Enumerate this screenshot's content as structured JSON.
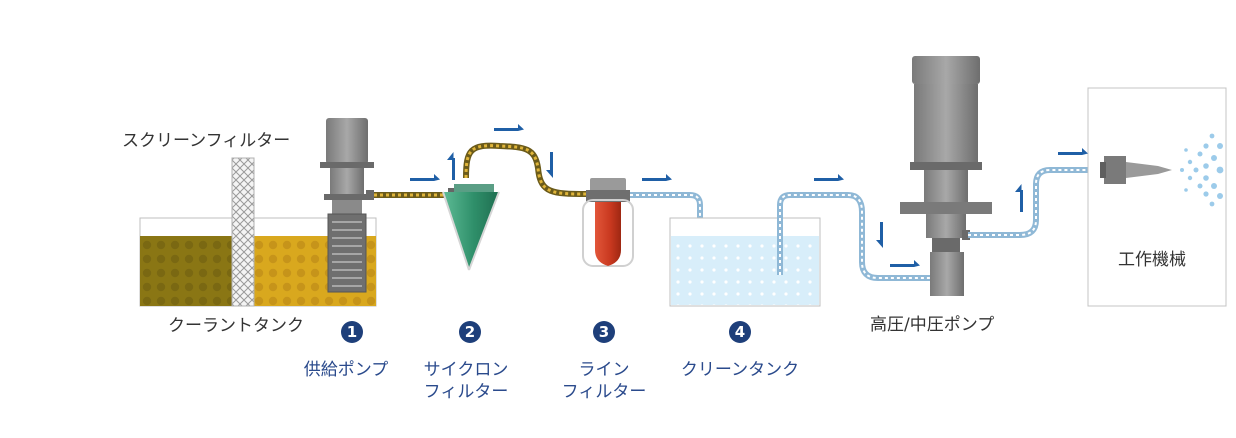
{
  "labels": {
    "screen_filter": "スクリーンフィルター",
    "coolant_tank": "クーラントタンク",
    "high_pump": "高圧/中圧ポンプ",
    "machine_tool": "工作機械"
  },
  "steps": [
    {
      "number": "1",
      "line1": "供給ポンプ",
      "line2": ""
    },
    {
      "number": "2",
      "line1": "サイクロン",
      "line2": "フィルター"
    },
    {
      "number": "3",
      "line1": "ライン",
      "line2": "フィルター"
    },
    {
      "number": "4",
      "line1": "クリーンタンク",
      "line2": ""
    }
  ],
  "colors": {
    "accent_blue": "#1f5fa6",
    "step_circle": "#1e3f7a",
    "dirty_coolant": "#d9a81e",
    "clean_water": "#d8eefa",
    "cyclone_green": "#3b9e7a",
    "line_filter_red": "#c8381f",
    "pump_gray": "#8c8c8c"
  }
}
